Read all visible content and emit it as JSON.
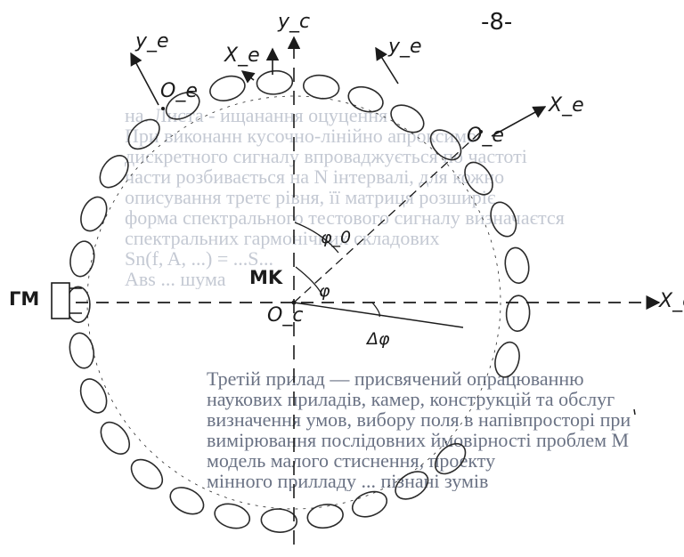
{
  "page_number": "-8-",
  "labels": {
    "y_c": "y_c",
    "y_e_left": "y_e",
    "y_e_right": "y_e",
    "x_e_top": "X_e",
    "x_e_right": "X_e",
    "x_c": "X_c",
    "o_e_left": "O_e",
    "o_e_right": "O_e",
    "o_c": "O_c",
    "mk": "MK",
    "gm": "ГМ",
    "phi": "φ",
    "phi_0": "φ_0",
    "delta_phi": "Δφ"
  },
  "background_text": {
    "upper": [
      "на. Листа - ищанання оцуцення",
      "При виконанн кусочно-лінійно апроксимо",
      "дискретного сигналу впроваджується по частоті",
      "части розбивається на N інтервалі, для кожно",
      "описування третє рівня, її матриця розширіє",
      "форма спектрального тестового сигналу визначаєтся",
      "спектральних гармонічних складових",
      "                 Sn(f, A, ...) = ...S...",
      "              Aвs    ...    шума"
    ],
    "lower": [
      "Третій прилад — присвячений опрацюванню",
      "наукових приладів, камер, конструкцій та обслуг",
      "визначення умов, вибору поля в напівпросторі при",
      "вимірювання послідовних ймовірності проблем М",
      "модель малого стиснення, проекту",
      "мінного прилладу ... пізнані зумів"
    ]
  },
  "ellipse_count": 28
}
